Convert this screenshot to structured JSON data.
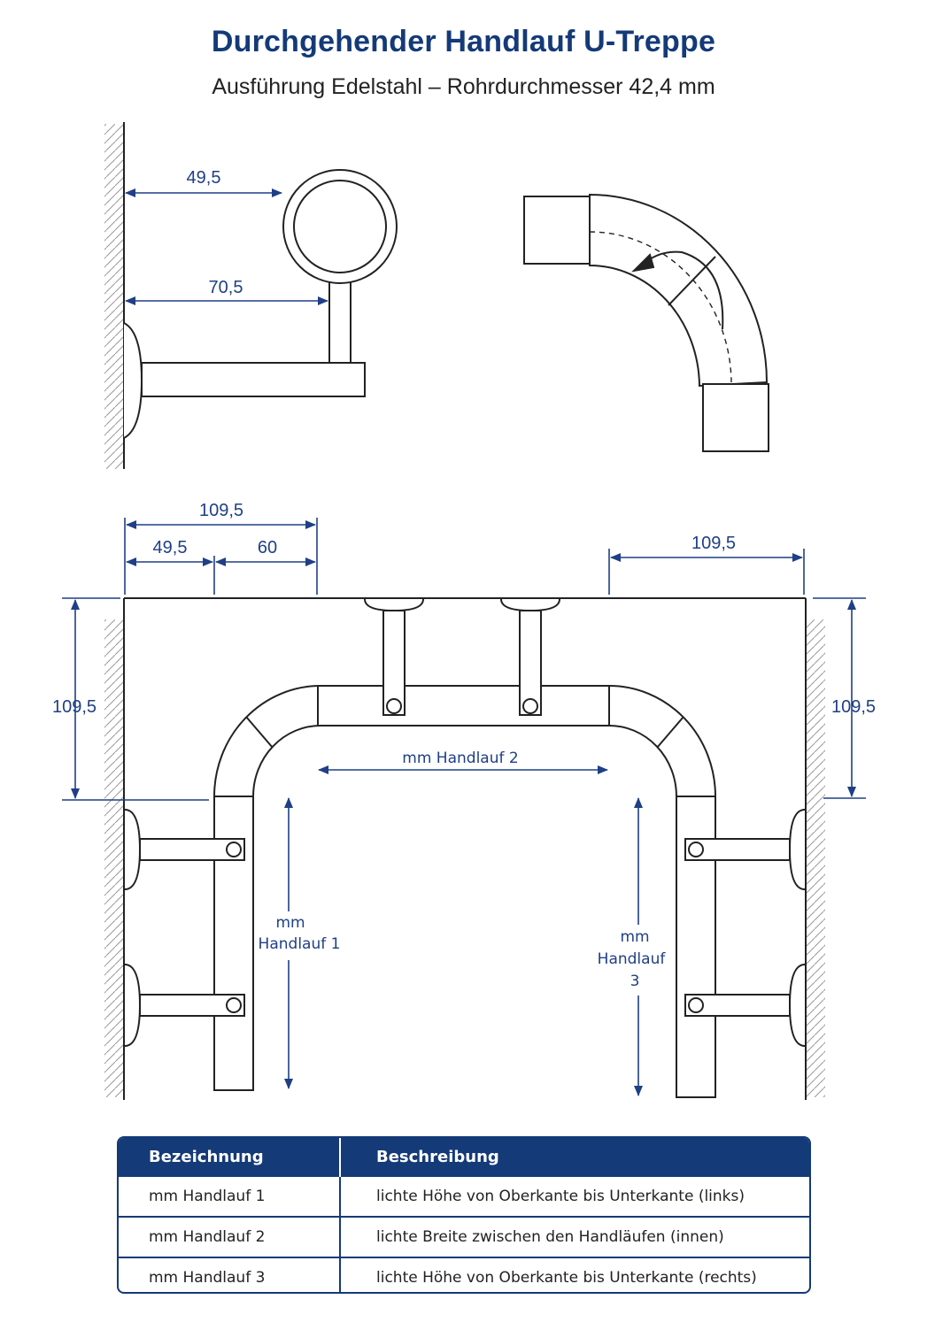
{
  "header": {
    "title": "Durchgehender Handlauf U-Treppe",
    "subtitle": "Ausführung Edelstahl – Rohrdurchmesser 42,4 mm"
  },
  "dimensions": {
    "top_wall_to_tube": "49,5",
    "top_wall_to_bracket": "70,5",
    "plan_total_left": "109,5",
    "plan_seg_a": "49,5",
    "plan_seg_b": "60",
    "plan_total_right": "109,5",
    "plan_left_vertical": "109,5",
    "plan_right_vertical": "109,5"
  },
  "labels": {
    "handlauf2": "mm Handlauf 2",
    "handlauf1_line1": "mm",
    "handlauf1_line2": "Handlauf 1",
    "handlauf3_line1": "mm",
    "handlauf3_line2": "Handlauf",
    "handlauf3_line3": "3"
  },
  "table": {
    "headers": [
      "Bezeichnung",
      "Beschreibung"
    ],
    "rows": [
      {
        "name": "mm Handlauf 1",
        "desc": "lichte Höhe von Oberkante bis Unterkante (links)"
      },
      {
        "name": "mm Handlauf 2",
        "desc": "lichte Breite zwischen den Handläufen (innen)"
      },
      {
        "name": "mm Handlauf 3",
        "desc": "lichte Höhe von Oberkante bis Unterkante (rechts)"
      }
    ]
  },
  "colors": {
    "accent": "#143a78",
    "dimension": "#1f3f86",
    "line": "#222222"
  }
}
